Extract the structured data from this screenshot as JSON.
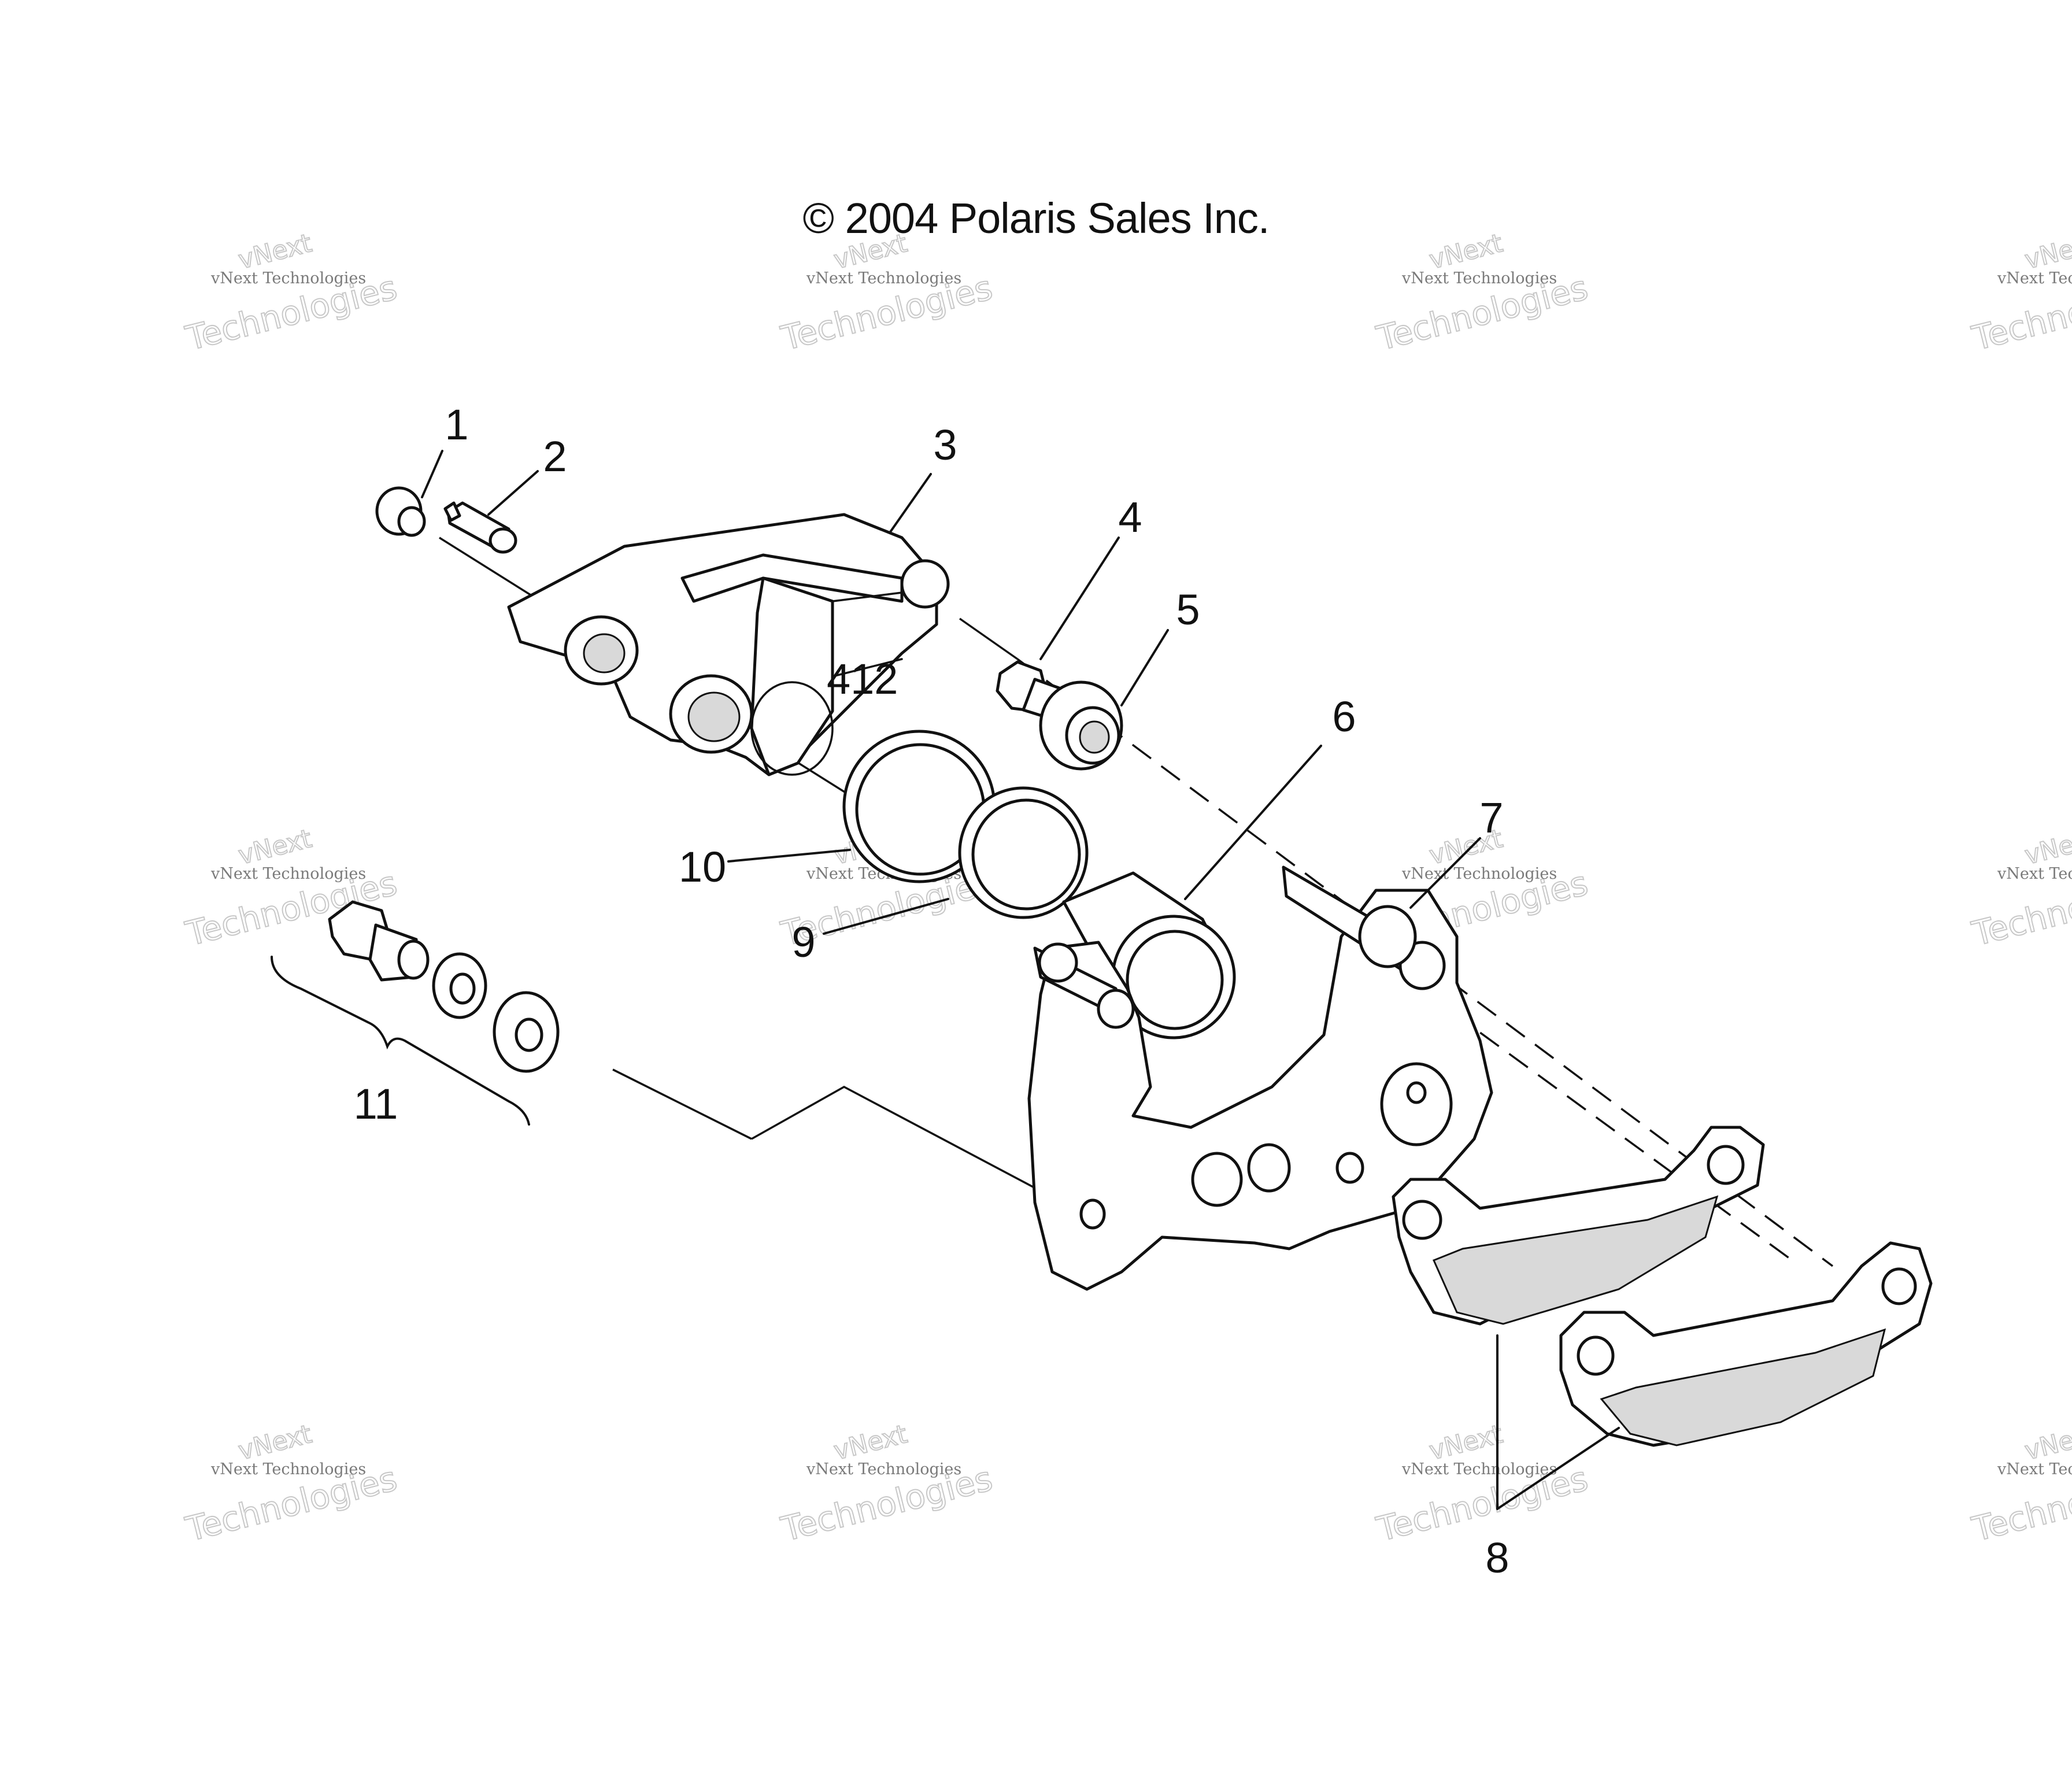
{
  "header": {
    "copyright": "© 2004 Polaris Sales Inc."
  },
  "watermark": {
    "line0": "vNext",
    "line1": "vNext Technologies",
    "line2": "Technologies"
  },
  "casting_mark": "412",
  "callouts": [
    {
      "id": "callout-1",
      "label": "1"
    },
    {
      "id": "callout-2",
      "label": "2"
    },
    {
      "id": "callout-3",
      "label": "3"
    },
    {
      "id": "callout-4",
      "label": "4"
    },
    {
      "id": "callout-5",
      "label": "5"
    },
    {
      "id": "callout-6",
      "label": "6"
    },
    {
      "id": "callout-7",
      "label": "7"
    },
    {
      "id": "callout-8",
      "label": "8"
    },
    {
      "id": "callout-9",
      "label": "9"
    },
    {
      "id": "callout-10",
      "label": "10"
    },
    {
      "id": "callout-11",
      "label": "11"
    }
  ]
}
